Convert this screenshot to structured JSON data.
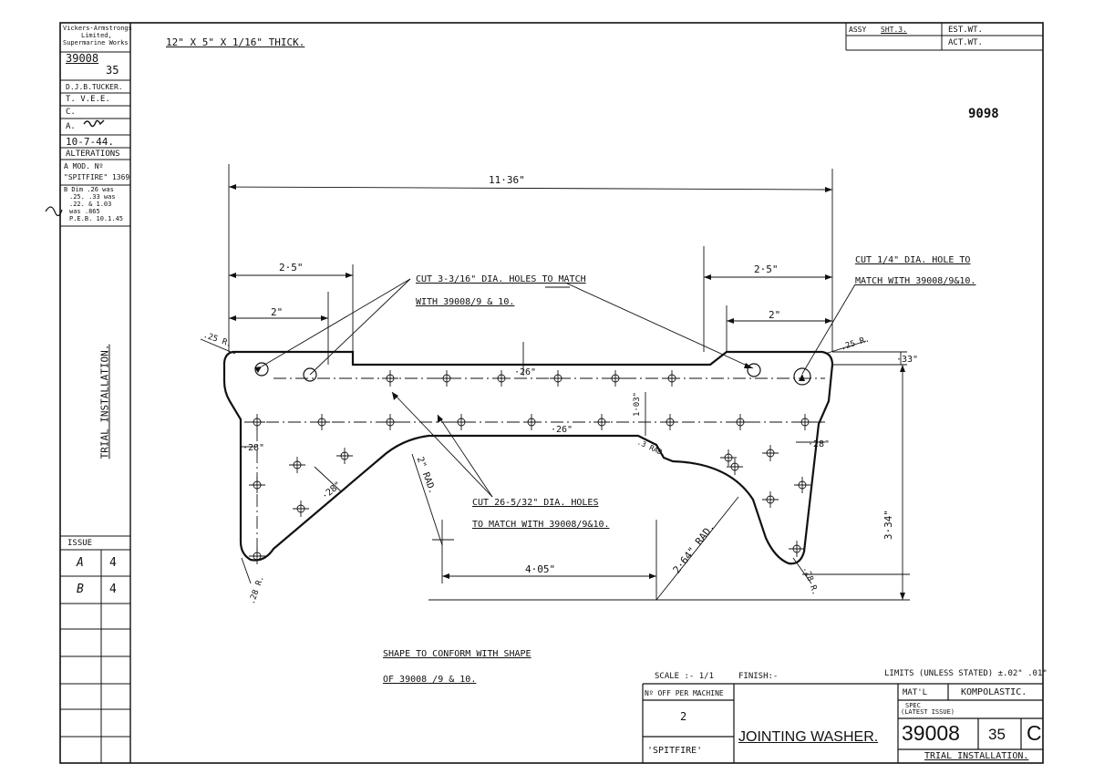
{
  "left_block": {
    "maker": [
      "Vickers-Armstrongs",
      "Limited,",
      "Supermarine Works"
    ],
    "drawing_no": "39008",
    "drawing_sub": "35",
    "drawn_by": "D.J.B.TUCKER.",
    "traced": "T. V.E.E.",
    "checked": "C.",
    "approved": "A.",
    "date": "10-7-44.",
    "alterations_header": "ALTERATIONS",
    "alt_a": [
      "A MOD. Nº",
      "\"SPITFIRE\" 1369"
    ],
    "alt_b": [
      "B Dim .26 was",
      ".25. .33 was",
      ".22. & 1.03",
      "was .865",
      "P.E.B. 10.1.45"
    ],
    "vertical_title": "TRIAL INSTALLATION.",
    "issue_header": "ISSUE",
    "issues": [
      [
        "A",
        "4"
      ],
      [
        "B",
        "4"
      ]
    ]
  },
  "header": {
    "material_size": "12\" X 5\" X 1/16\" THICK.",
    "assy": "ASSY",
    "sheet": "SHT.3.",
    "est_wt": "EST.WT.",
    "act_wt": "ACT.WT.",
    "stamp": "9098"
  },
  "dims": {
    "overall_width": "11·36\"",
    "left_25": "2·5\"",
    "left_2": "2\"",
    "right_25": "2·5\"",
    "right_2": "2\"",
    "r25_left": ".25 R.",
    "r25_right": ".25 R.",
    "d33": "·33\"",
    "d26_top": "·26\"",
    "d26_mid": "·26\"",
    "d103": "1·03\"",
    "d28_left": "·28\"",
    "d28_right": "·28\"",
    "d28_diag": "·28\"",
    "rad2": "2\" RAD.",
    "rad3": ".3 RAD.",
    "rad264": "2·64\" RAD.",
    "d405": "4·05\"",
    "d334": "3·34\"",
    "r28_left": ".28 R.",
    "r28_right": ".28 R."
  },
  "notes": {
    "holes_316": [
      "CUT 3-3/16\" DIA. HOLES TO MATCH",
      "WITH 39008/9 & 10."
    ],
    "hole_14": [
      "CUT 1/4\" DIA. HOLE TO",
      "MATCH WITH 39008/9&10."
    ],
    "holes_532": [
      "CUT 26-5/32\" DIA. HOLES",
      "TO MATCH WITH 39008/9&10."
    ],
    "shape": [
      "SHAPE TO CONFORM WITH SHAPE",
      "OF 39008 /9 & 10."
    ]
  },
  "title_block": {
    "scale": "SCALE :- 1/1",
    "finish": "FINISH:-",
    "limits": "LIMITS (UNLESS STATED) ±.02\" .01\"",
    "no_off_label": "Nº OFF PER MACHINE",
    "no_off": "2",
    "aircraft": "'SPITFIRE'",
    "part_name": "JOINTING WASHER.",
    "mat_label": "MAT'L",
    "material": "KOMPOLASTIC.",
    "spec_label": [
      "SPEC",
      "(LATEST ISSUE)"
    ],
    "drawing_no": "39008",
    "sheet_no": "35",
    "issue_letter": "C",
    "title": "TRIAL INSTALLATION."
  }
}
